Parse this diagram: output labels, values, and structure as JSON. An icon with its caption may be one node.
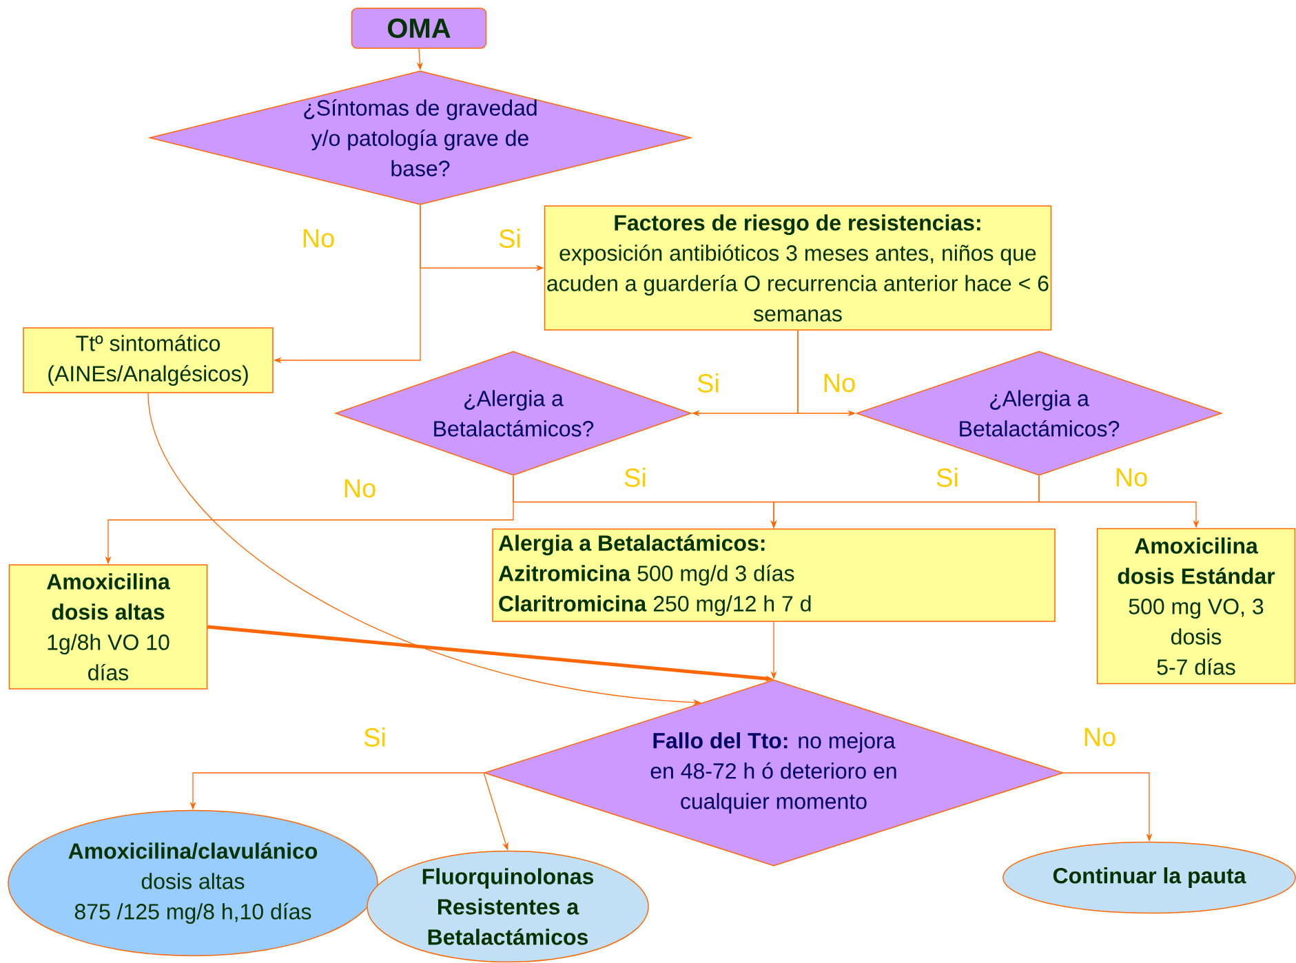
{
  "diagram": {
    "nodes": [
      {
        "text": [
          "OMA"
        ]
      },
      {
        "text": [
          "¿Síntomas de gravedad y/o patología grave de base?"
        ]
      },
      {
        "text": [
          "Factores de riesgo de resistencias:",
          "exposición antibióticos 3 meses antes, niños que acuden a guardería O recurrencia anterior hace < 6 semanas"
        ]
      },
      {
        "text": [
          "Ttº sintomático (AINEs/Analgésicos)"
        ]
      },
      {
        "text": [
          "¿Alergia a Betalactámicos?"
        ]
      },
      {
        "text": [
          "¿Alergia a Betalactámicos?"
        ]
      },
      {
        "text": [
          "Amoxicilina dosis altas",
          "1g/8h  VO 10 días"
        ]
      },
      {
        "text": [
          "Alergia a Betalactámicos:",
          "**Azitromicina** 500 mg/d 3 días",
          "**Claritromicina** 250 mg/12 h 7 d"
        ]
      },
      {
        "text": [
          "Amoxicilina dosis Estándar",
          "500  mg VO, 3 dosis",
          "5-7  días"
        ]
      },
      {
        "text": [
          "**Fallo del Tto:** no mejora en 48-72 h ó deterioro en cualquier momento"
        ]
      },
      {
        "text": [
          "Amoxicilina/clavulánico",
          "dosis altas",
          "875 /125 mg/8 h,10 días"
        ]
      },
      {
        "text": [
          "Fluorquinolonas Resistentes a Betalactámicos"
        ]
      },
      {
        "text": [
          "Continuar la pauta"
        ]
      }
    ],
    "edges": [
      {
        "from": 0,
        "to": 1,
        "arrow": "to"
      },
      {
        "from": 1,
        "to": 2,
        "arrow": "to",
        "label": "Si"
      },
      {
        "from": 1,
        "to": 3,
        "arrow": "to",
        "label": "No"
      },
      {
        "from": 2,
        "to": 4,
        "arrow": "to",
        "label": "Si"
      },
      {
        "from": 2,
        "to": 5,
        "arrow": "to",
        "label": "No"
      },
      {
        "from": 4,
        "to": 6,
        "arrow": "to",
        "label": "No"
      },
      {
        "from": 4,
        "to": 7,
        "arrow": "to",
        "label": "Si"
      },
      {
        "from": 5,
        "to": 7,
        "arrow": "to",
        "label": "Si"
      },
      {
        "from": 5,
        "to": 8,
        "arrow": "to",
        "label": "No"
      },
      {
        "from": 3,
        "to": 9,
        "arrow": "to"
      },
      {
        "from": 6,
        "to": 9,
        "arrow": "to",
        "style": "thick"
      },
      {
        "from": 7,
        "to": 9,
        "arrow": "to"
      },
      {
        "from": 9,
        "to": 10,
        "arrow": "to",
        "label": "Si"
      },
      {
        "from": 9,
        "to": 11,
        "arrow": "to"
      },
      {
        "from": 9,
        "to": 12,
        "arrow": "to",
        "label": "No"
      }
    ]
  }
}
